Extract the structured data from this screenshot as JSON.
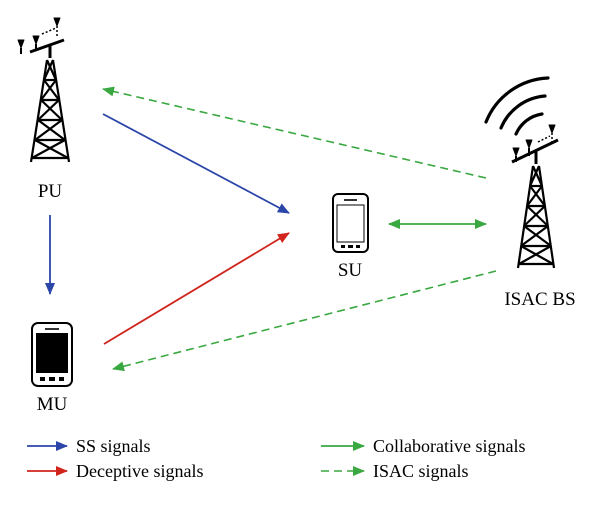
{
  "nodes": {
    "pu": "PU",
    "mu": "MU",
    "su": "SU",
    "isac_bs": "ISAC BS"
  },
  "legend": {
    "ss": "SS signals",
    "deceptive": "Deceptive signals",
    "collaborative": "Collaborative signals",
    "isac": "ISAC signals"
  },
  "colors": {
    "ss": "#2b46a8",
    "deceptive": "#d0241c",
    "collaborative": "#3aa841",
    "isac": "#3aa841"
  }
}
